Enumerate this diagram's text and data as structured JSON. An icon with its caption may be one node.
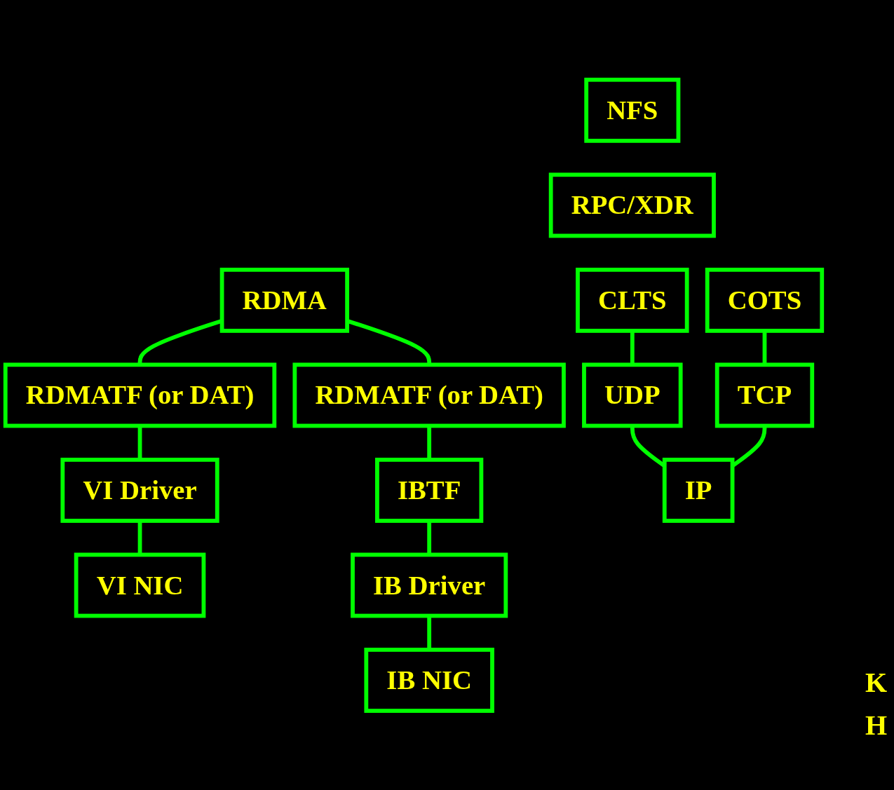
{
  "diagram": {
    "nodes": [
      {
        "text": [
          "NFS"
        ]
      },
      {
        "text": [
          "RPC/XDR"
        ]
      },
      {
        "text": [
          "RDMA"
        ]
      },
      {
        "text": [
          "CLTS"
        ]
      },
      {
        "text": [
          "COTS"
        ]
      },
      {
        "text": [
          "RDMATF (or DAT)"
        ]
      },
      {
        "text": [
          "RDMATF (or DAT)"
        ]
      },
      {
        "text": [
          "UDP"
        ]
      },
      {
        "text": [
          "TCP"
        ]
      },
      {
        "text": [
          "IBTF"
        ]
      },
      {
        "text": [
          "IP"
        ]
      },
      {
        "text": [
          "VI Driver"
        ]
      },
      {
        "text": [
          "IB Driver"
        ]
      },
      {
        "text": [
          "VI NIC"
        ]
      },
      {
        "text": [
          "IB NIC"
        ]
      }
    ],
    "edges": [
      {
        "from": 2,
        "to": 5,
        "arrow": "none"
      },
      {
        "from": 2,
        "to": 6,
        "arrow": "none"
      },
      {
        "from": 3,
        "to": 7,
        "arrow": "none"
      },
      {
        "from": 4,
        "to": 8,
        "arrow": "none"
      },
      {
        "from": 6,
        "to": 9,
        "arrow": "none"
      },
      {
        "from": 7,
        "to": 10,
        "arrow": "none"
      },
      {
        "from": 8,
        "to": 10,
        "arrow": "none"
      },
      {
        "from": 5,
        "to": 11,
        "arrow": "none"
      },
      {
        "from": 9,
        "to": 12,
        "arrow": "none"
      },
      {
        "from": 11,
        "to": 13,
        "arrow": "none"
      },
      {
        "from": 12,
        "to": 14,
        "arrow": "none"
      }
    ],
    "labels": [
      "K",
      "H"
    ]
  }
}
